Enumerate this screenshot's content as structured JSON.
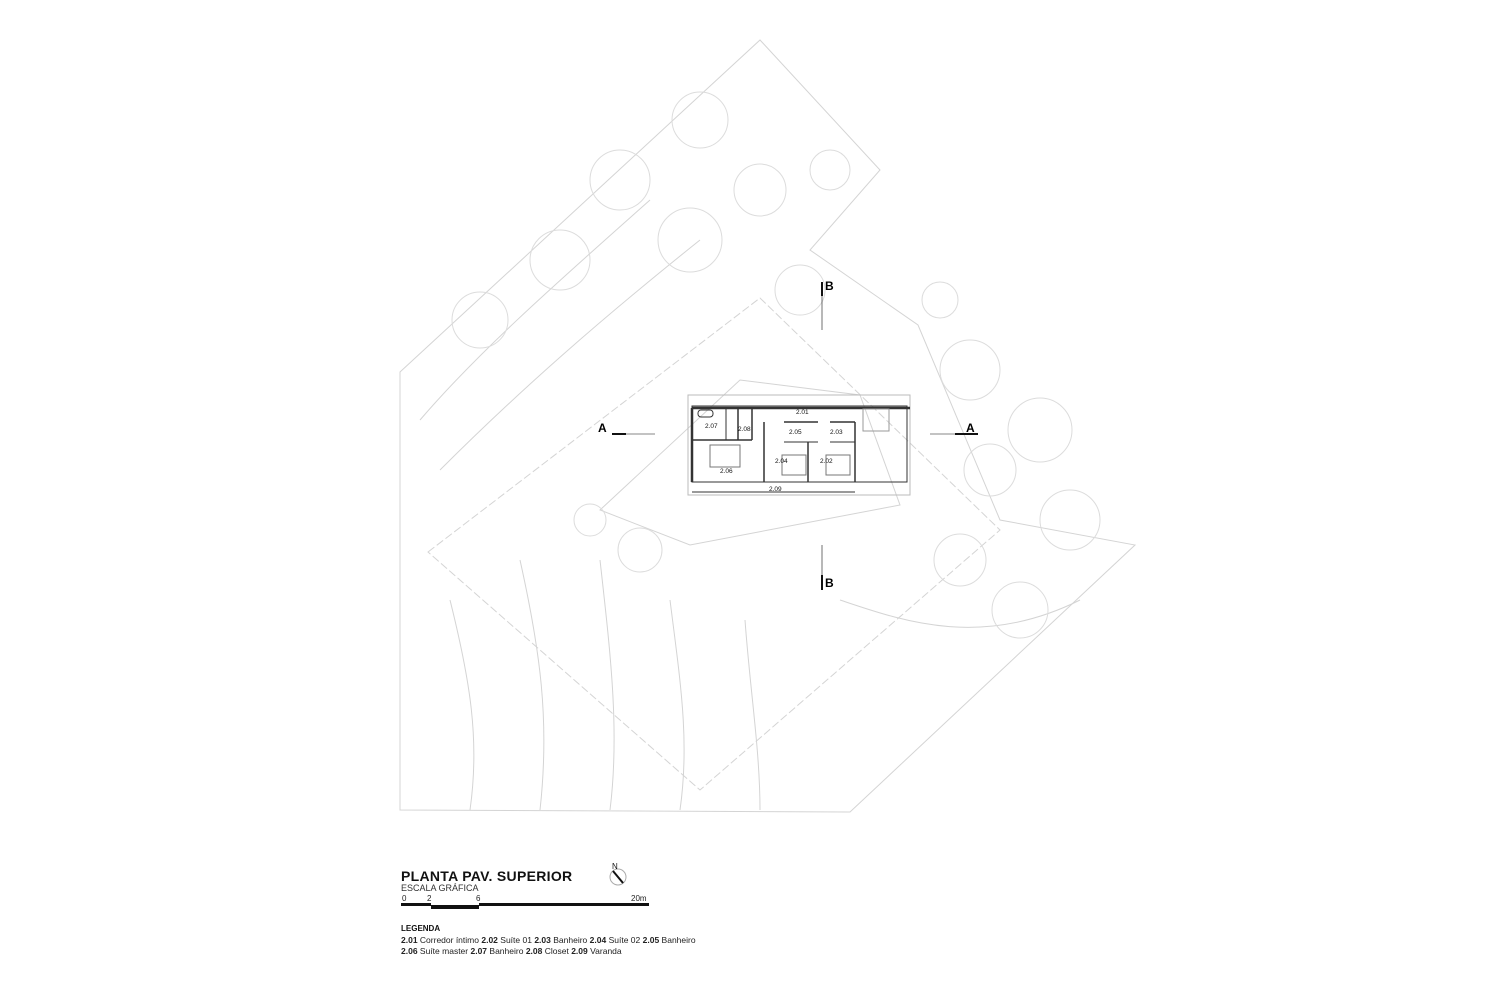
{
  "title": "PLANTA PAV. SUPERIOR",
  "scale_label": "ESCALA GRÁFICA",
  "scale_ticks": [
    "0",
    "2",
    "6",
    "20m"
  ],
  "north_label": "N",
  "legend": {
    "heading": "LEGENDA",
    "items": [
      {
        "code": "2.01",
        "name": "Corredor íntimo"
      },
      {
        "code": "2.02",
        "name": "Suíte 01"
      },
      {
        "code": "2.03",
        "name": "Banheiro"
      },
      {
        "code": "2.04",
        "name": "Suíte 02"
      },
      {
        "code": "2.05",
        "name": "Banheiro"
      },
      {
        "code": "2.06",
        "name": "Suíte master"
      },
      {
        "code": "2.07",
        "name": "Banheiro"
      },
      {
        "code": "2.08",
        "name": "Closet"
      },
      {
        "code": "2.09",
        "name": "Varanda"
      }
    ]
  },
  "rooms": [
    "2.01",
    "2.02",
    "2.03",
    "2.04",
    "2.05",
    "2.06",
    "2.07",
    "2.08",
    "2.09"
  ],
  "sections": {
    "a": "A",
    "b": "B"
  }
}
